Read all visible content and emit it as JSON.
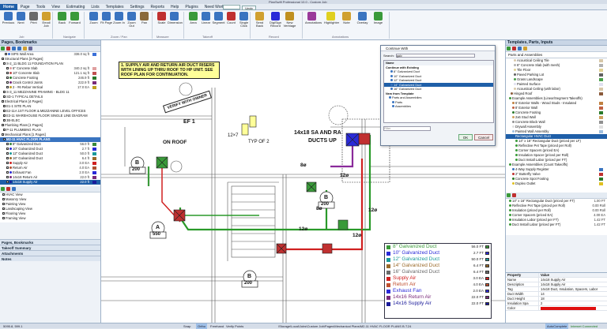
{
  "app": {
    "title": "PlanSwift Professional 10.0 - Custom Job"
  },
  "tabs": [
    "Home",
    "Page",
    "Tools",
    "View",
    "Estimating",
    "Lists",
    "Templates",
    "Settings",
    "Reports",
    "Help",
    "Plugins",
    "Need Work?"
  ],
  "undo_label": "Undo",
  "ribbon": {
    "buttons": [
      "Previous",
      "Next",
      "Print",
      "Email Job",
      "Back",
      "Forward",
      "Zoom",
      "Fit Page",
      "Zoom In",
      "Zoom Out",
      "Pan",
      "Scale",
      "Dimension",
      "Area",
      "Linear",
      "Segment",
      "Count",
      "Single Click",
      "Send Back",
      "DigiSign Record",
      "New Verbiage",
      "Annotations",
      "Highlighter",
      "Note",
      "Overlay",
      "Image"
    ],
    "groups": [
      "Job",
      "Navigate",
      "Zoom / Pan",
      "Measure",
      "Takeoff",
      "Record",
      "Annotations"
    ]
  },
  "left_panel": {
    "title": "Pages, Bookmarks",
    "rows": [
      {
        "label": "SIPS Wall Area",
        "value": "338.0 sq ft",
        "color": "#3a6fd8"
      },
      {
        "label": "Structural Plans [3 Pages]",
        "value": "",
        "color": ""
      },
      {
        "label": "S-2_11 BLDG 11 FOUNDATION PLAN",
        "value": "",
        "color": ""
      },
      {
        "label": "6\" Concrete Slab",
        "value": "340.2 sq ft",
        "color": "#e0a0a0"
      },
      {
        "label": "10\" Concrete Slab",
        "value": "121.1 sq ft",
        "color": "#c05050"
      },
      {
        "label": "Concrete Footing",
        "value": "246.9 ft",
        "color": "#2a7a2a"
      },
      {
        "label": "Crack Control Joints",
        "value": "222.9 ft",
        "color": "#7a2a7a"
      },
      {
        "label": "2 - #6 Rebar Vertical",
        "value": "17.0 EA",
        "color": "#c0a020"
      },
      {
        "label": "S-3_11 MEZZANINE FRAMING - BLDG 11",
        "value": "",
        "color": ""
      },
      {
        "label": "SD-1 TYPICAL DETAILS",
        "value": "",
        "color": ""
      },
      {
        "label": "Electrical Plans [4 Pages]",
        "value": "",
        "color": ""
      },
      {
        "label": "E1-1 SITE PLAN",
        "value": "",
        "color": ""
      },
      {
        "label": "E2-11A 1ST FLOOR & MEZZANINE LEVEL OFFICES",
        "value": "",
        "color": ""
      },
      {
        "label": "E3-11 WAREHOUSE FLOOR SINGLE LINE DIAGRAM",
        "value": "",
        "color": ""
      },
      {
        "label": "3B-ELEC",
        "value": "",
        "color": ""
      },
      {
        "label": "Plumbing Plans [1 Pages]",
        "value": "",
        "color": ""
      },
      {
        "label": "P-11 PLUMBING PLAN",
        "value": "",
        "color": ""
      },
      {
        "label": "Mechanical Plans [1 Pages]",
        "value": "",
        "color": ""
      },
      {
        "label": "M2-11 HVAC FLOOR PLANS",
        "value": "",
        "color": ""
      },
      {
        "label": "8\" Galvanized Duct",
        "value": "56.0 ft",
        "color": "#3a8a3a"
      },
      {
        "label": "10\" Galvanized Duct",
        "value": "2.7 ft",
        "color": "#2a2ad8"
      },
      {
        "label": "12\" Galvanized Duct",
        "value": "50.0 ft",
        "color": "#1a9a9a"
      },
      {
        "label": "16\" Galvanized Duct",
        "value": "6.4 ft",
        "color": "#9a6a2a"
      },
      {
        "label": "Supply Air",
        "value": "3.0 EA",
        "color": "#d02020"
      },
      {
        "label": "Return Air",
        "value": "4.0 EA",
        "color": "#b05030"
      },
      {
        "label": "Exhaust Fan",
        "value": "2.0 EA",
        "color": "#2a2ad8"
      },
      {
        "label": "14x16 Return Air",
        "value": "22.0 ft",
        "color": "#7a2a7a"
      },
      {
        "label": "14x18 Supply Air",
        "value": "22.0 ft",
        "color": "#1a1a9a"
      }
    ],
    "list2": [
      "HVAC View",
      "Masonry View",
      "Painting View",
      "Landscaping View",
      "Flooring View",
      "Framing View"
    ],
    "sections": [
      "Pages, Bookmarks",
      "Takeoff Summary",
      "Attachments",
      "Notes"
    ]
  },
  "canvas": {
    "note": "1. SUPPLY AIR AND RETURN AIR DUCT RISERS WITH LINING UP THRU ROOF TO HP UNIT. SEE ROOF PLAN FOR CONTINUATION.",
    "verify": "VERIFY WITH OWNER",
    "ef_label": "EF 1",
    "on_roof": "ON ROOF",
    "typ": "TYP OF 2",
    "dims": [
      "12×7",
      "14x18 SA AND RA",
      "DUCTS UP"
    ],
    "tags": [
      {
        "letter": "B",
        "num": "200"
      },
      {
        "letter": "A",
        "num": "550"
      },
      {
        "letter": "B",
        "num": "200"
      },
      {
        "letter": "B",
        "num": "200"
      }
    ],
    "sizes": [
      "12ø",
      "12ø",
      "12ø",
      "8ø",
      "8ø",
      "12ø"
    ],
    "legend": [
      {
        "label": "8\" Galvanized Duct",
        "qty": "56.0 FT",
        "color": "#3a9a3a"
      },
      {
        "label": "10\" Galvanized Duct",
        "qty": "2.7 FT",
        "color": "#2a2ad8"
      },
      {
        "label": "12\" Galvanized Duct",
        "qty": "50.0 FT",
        "color": "#1a9a9a"
      },
      {
        "label": "14\" Galvanized Duct",
        "qty": "6.4 FT",
        "color": "#9a6a2a"
      },
      {
        "label": "16\" Galvanized Duct",
        "qty": "6.4 FT",
        "color": "#6a6a6a"
      },
      {
        "label": "Supply Air",
        "qty": "3.0 EA",
        "color": "#d02020"
      },
      {
        "label": "Return Air",
        "qty": "4.0 EA",
        "color": "#c05030"
      },
      {
        "label": "Exhaust Fan",
        "qty": "2.0 EA",
        "color": "#2a2ad8"
      },
      {
        "label": "14x16 Return Air",
        "qty": "22.0 FT",
        "color": "#7a2a7a"
      },
      {
        "label": "14x16 Supply Air",
        "qty": "22.0 FT",
        "color": "#1a1a9a"
      }
    ]
  },
  "dialog": {
    "title": "Continue With",
    "search_label": "Search:",
    "search_value": "galv",
    "name_header": "Name",
    "rows": [
      {
        "label": "Continue with Existing",
        "sel": false,
        "bold": true
      },
      {
        "label": "8\" Galvanized Duct",
        "sel": false,
        "bold": false
      },
      {
        "label": "10\" Galvanized Duct",
        "sel": false,
        "bold": false
      },
      {
        "label": "12\" Galvanized Duct",
        "sel": false,
        "bold": false
      },
      {
        "label": "14\" Galvanized Duct",
        "sel": true,
        "bold": false
      },
      {
        "label": "16\" Galvanized Duct",
        "sel": false,
        "bold": false
      },
      {
        "label": "New from Template",
        "sel": false,
        "bold": true
      },
      {
        "label": "Parts and Assemblies",
        "sel": false,
        "bold": false
      },
      {
        "label": "Parts",
        "sel": false,
        "bold": false
      },
      {
        "label": "Assemblies",
        "sel": false,
        "bold": false
      }
    ],
    "filter": "Filter",
    "ok": "OK",
    "cancel": "Cancel"
  },
  "right_panel": {
    "title": "Templates, Parts, Inputs",
    "dropdown": "Parts and Assemblies",
    "rows": [
      {
        "label": "Acoustical Ceiling Tile",
        "color": "#d8c8a8"
      },
      {
        "label": "6\" Concrete Slab (with mesh)",
        "color": "#b0b0b0"
      },
      {
        "label": "Tile Floor",
        "color": "#e0d090"
      },
      {
        "label": "Paved Parking Lot",
        "color": "#606060"
      },
      {
        "label": "Grass Landscape",
        "color": "#4aa04a"
      },
      {
        "label": "Painted Surface",
        "color": "#e0e0f0"
      },
      {
        "label": "Acoustical Ceiling (with labor)",
        "color": "#d8c8a8"
      },
      {
        "label": "Hinged Roof",
        "color": "#8a5a3a"
      },
      {
        "label": "Example Assemblies (Linear/Segment Takeoffs)",
        "color": ""
      },
      {
        "label": "6' Exterior Walls - Wood Studs - Insulated",
        "color": "#c08040"
      },
      {
        "label": "8' Exterior Wall",
        "color": "#c06040"
      },
      {
        "label": "Concrete Footing",
        "color": "#2a7a2a"
      },
      {
        "label": "2x6 Stud Wall",
        "color": "#d0a060"
      },
      {
        "label": "Concrete Block Wall",
        "color": "#909090"
      },
      {
        "label": "Drywall Assembly",
        "color": "#e0e0e0"
      },
      {
        "label": "Painted Wall Assembly",
        "color": "#a0c0e0"
      },
      {
        "label": "Rectangular HVAC Duct",
        "color": "#1f5fa8"
      },
      {
        "label": "14\" x 16\" Rectangular Duct (priced per LF)",
        "color": ""
      },
      {
        "label": "Reflective Pet Tape (priced per Roll)",
        "color": ""
      },
      {
        "label": "Corner Spacers (priced EA)",
        "color": ""
      },
      {
        "label": "Insulation Spacer (priced per Roll)",
        "color": ""
      },
      {
        "label": "Duct Install Labor (priced per FT)",
        "color": ""
      },
      {
        "label": "Example Assemblies (Count Takeoffs)",
        "color": ""
      },
      {
        "label": "4-Way Supply Register",
        "color": "#3a74c0"
      },
      {
        "label": "2\" Butterfly Valve",
        "color": "#c03030"
      },
      {
        "label": "Concrete Spot Footing",
        "color": "#2a7a2a"
      },
      {
        "label": "Duplex Outlet",
        "color": "#e0c020"
      }
    ],
    "parts": [
      {
        "label": "14\" x 16\" Rectangular Duct (priced per FT)",
        "value": "1.00 FT"
      },
      {
        "label": "Reflective Pet Tape (priced per Roll)",
        "value": "0.00 Roll"
      },
      {
        "label": "Insulation (priced per Roll)",
        "value": "0.00 Roll"
      },
      {
        "label": "Corner Spacers (priced EA)",
        "value": "4.00 EA"
      },
      {
        "label": "Insulation Labor (priced per FT)",
        "value": "1.42 FT"
      },
      {
        "label": "Duct Install Labor (priced per FT)",
        "value": "1.42 FT"
      }
    ],
    "props": [
      {
        "k": "Property",
        "v": "Value"
      },
      {
        "k": "Name",
        "v": "14x18 Supply Air"
      },
      {
        "k": "Description",
        "v": "14x18 Supply Air"
      },
      {
        "k": "Tag",
        "v": "14x18 Duct, Insulation, Spacers, Labor"
      },
      {
        "k": "Duct Width",
        "v": "14"
      },
      {
        "k": "Duct Height",
        "v": "18"
      },
      {
        "k": "Insulation Spa",
        "v": "2"
      },
      {
        "k": "Color",
        "v": ""
      }
    ]
  },
  "status": {
    "coords": "5095.8, 599.1",
    "snap": "Snap",
    "ortho": "Ortho",
    "freehand": "Freehand",
    "verify": "Verify Points",
    "path": "\\Storage\\Local\\Jobs\\Custom Job\\Pages\\Mechanical Plans\\M2-11 HVAC FLOOR PLANS B.T.24",
    "autocomplete": "AutoComplete",
    "internet": "Internet Connected"
  }
}
